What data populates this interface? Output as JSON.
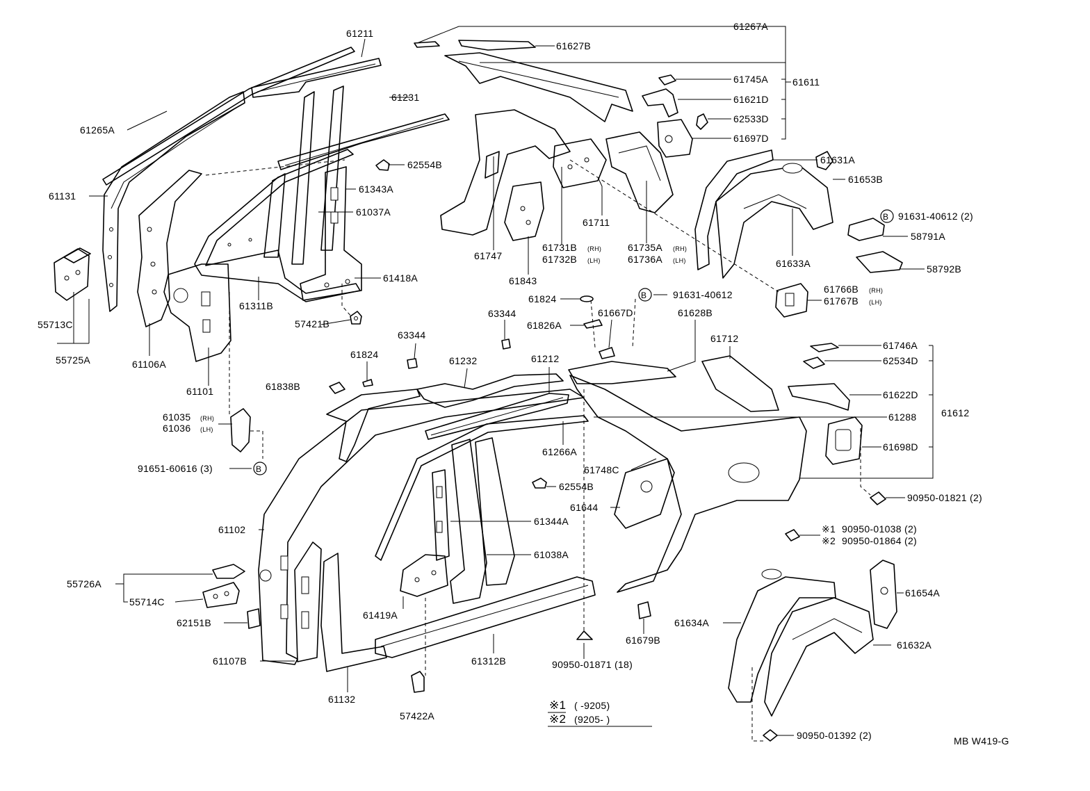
{
  "labels": {
    "p61211": "61211",
    "p61267A": "61267A",
    "p61627B": "61627B",
    "p61745A": "61745A",
    "p61611": "61611",
    "p61621D": "61621D",
    "p62533D": "62533D",
    "p61697D": "61697D",
    "p61265A": "61265A",
    "p61231": "61231",
    "p62554B_top": "62554B",
    "p61131": "61131",
    "p61343A": "61343A",
    "p61037A": "61037A",
    "p61631A": "61631A",
    "p61653B": "61653B",
    "p91631_40612_2": "91631-40612 (2)",
    "p58791A": "58791A",
    "p58792B": "58792B",
    "p61711": "61711",
    "p61747": "61747",
    "p61731B": "61731B",
    "p61732B": "61732B",
    "p61735A": "61735A",
    "p61736A": "61736A",
    "p61633A": "61633A",
    "p61843": "61843",
    "p61418A": "61418A",
    "p61311B": "61311B",
    "p55713C": "55713C",
    "p55725A": "55725A",
    "p61106A": "61106A",
    "p57421B": "57421B",
    "p61101": "61101",
    "p61824_top": "61824",
    "p91631_40612": "91631-40612",
    "p61766B": "61766B",
    "p61767B": "61767B",
    "p61826A": "61826A",
    "p61667D": "61667D",
    "p61628B": "61628B",
    "p63344_a": "63344",
    "p63344_b": "63344",
    "p61824_mid": "61824",
    "p61232": "61232",
    "p61212": "61212",
    "p61712": "61712",
    "p61746A": "61746A",
    "p62534D": "62534D",
    "p61838B": "61838B",
    "p61622D": "61622D",
    "p61288": "61288",
    "p61612": "61612",
    "p61035": "61035",
    "p61036": "61036",
    "p61266A": "61266A",
    "p61698D": "61698D",
    "p91651_60616_3": "91651-60616 (3)",
    "p61748C": "61748C",
    "p62554B_mid": "62554B",
    "p90950_01821_2": "90950-01821 (2)",
    "p61644": "61644",
    "p61344A": "61344A",
    "p61102": "61102",
    "p90950_01038_2": "90950-01038 (2)",
    "p90950_01864_2": "90950-01864 (2)",
    "p61038A": "61038A",
    "p55726A": "55726A",
    "p61654A": "61654A",
    "p55714C": "55714C",
    "p61419A": "61419A",
    "p62151B": "62151B",
    "p61634A": "61634A",
    "p61679B": "61679B",
    "p61312B": "61312B",
    "p61632A": "61632A",
    "p61107B": "61107B",
    "p90950_01871_18": "90950-01871 (18)",
    "p61132": "61132",
    "p57422A": "57422A",
    "p90950_01392_2": "90950-01392 (2)"
  },
  "suffix": {
    "rh": "(RH)",
    "lh": "(LH)"
  },
  "callout": {
    "letter": "B"
  },
  "notes": {
    "mark1": "※1",
    "mark2": "※2",
    "range1": "(        -9205)",
    "range2": "(9205-        )"
  },
  "footer": {
    "diagram_code": "MB W419-G"
  }
}
